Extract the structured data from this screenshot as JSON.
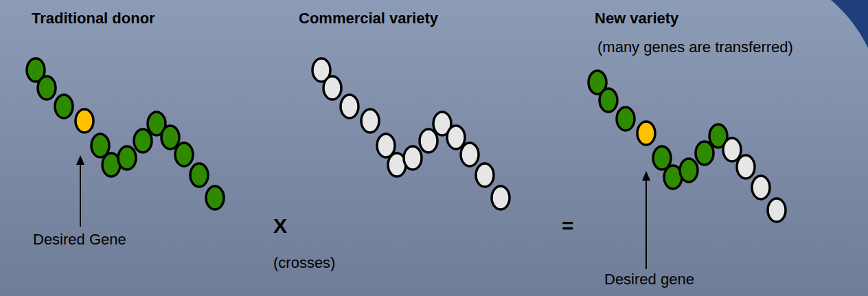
{
  "diagram": {
    "labels": [
      "Traditional donor",
      "Commercial variety",
      "New variety",
      "(many genes are transferred)",
      "Desired Gene",
      "X",
      "(crosses)",
      "=",
      "Desired gene"
    ]
  }
}
